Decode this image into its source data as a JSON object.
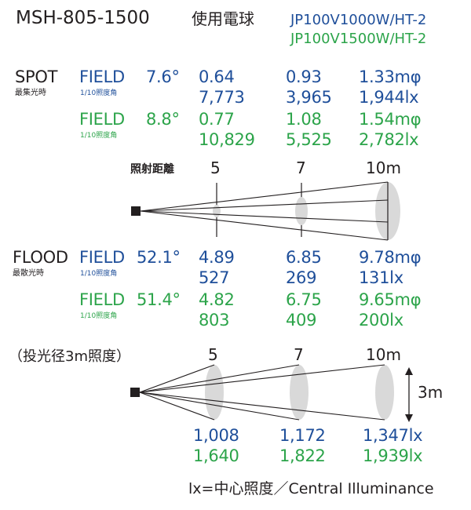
{
  "title": "MSH-805-1500",
  "lamp_label": "使用電球",
  "lamps": [
    {
      "name": "JP100V1000W/HT-2",
      "color": "#1f4f9a"
    },
    {
      "name": "JP100V1500W/HT-2",
      "color": "#2ca44a"
    }
  ],
  "spot": {
    "label": "SPOT",
    "sublabel": "最集光時",
    "rows": [
      {
        "field": "FIELD",
        "sub": "1/10照度角",
        "angle": "7.6°",
        "diam": [
          "0.64",
          "0.93",
          "1.33mφ"
        ],
        "lux": [
          "7,773",
          "3,965",
          "1,944lx"
        ]
      },
      {
        "field": "FIELD",
        "sub": "1/10照度角",
        "angle": "8.8°",
        "diam": [
          "0.77",
          "1.08",
          "1.54mφ"
        ],
        "lux": [
          "10,829",
          "5,525",
          "2,782lx"
        ]
      }
    ]
  },
  "distance": {
    "label": "照射距離",
    "marks": [
      "5",
      "7",
      "10m"
    ]
  },
  "flood": {
    "label": "FLOOD",
    "sublabel": "最散光時",
    "rows": [
      {
        "field": "FIELD",
        "sub": "1/10照度角",
        "angle": "52.1°",
        "diam": [
          "4.89",
          "6.85",
          "9.78mφ"
        ],
        "lux": [
          "527",
          "269",
          "131lx"
        ]
      },
      {
        "field": "FIELD",
        "sub": "1/10照度角",
        "angle": "51.4°",
        "diam": [
          "4.82",
          "6.75",
          "9.65mφ"
        ],
        "lux": [
          "803",
          "409",
          "200lx"
        ]
      }
    ]
  },
  "diameter3m": {
    "label": "（投光径3m照度）",
    "marks": [
      "5",
      "7",
      "10m"
    ],
    "height": "3m",
    "rows": [
      [
        "1,008",
        "1,172",
        "1,347lx"
      ],
      [
        "1,640",
        "1,822",
        "1,939lx"
      ]
    ]
  },
  "footnote": "lx=中心照度／Central Illuminance",
  "colors": {
    "text": "#231f20",
    "blue": "#1f4f9a",
    "green": "#2ca44a",
    "ellipse": "#d8d8d8"
  }
}
